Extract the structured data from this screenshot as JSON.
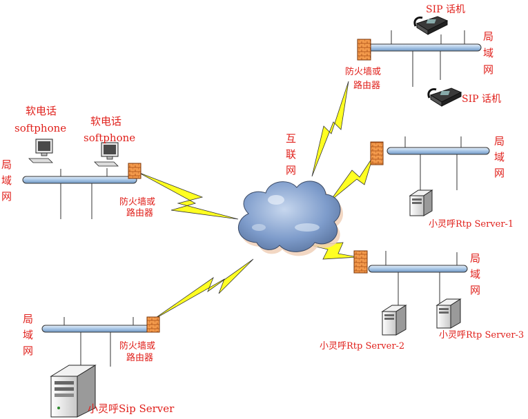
{
  "labels": {
    "internet": [
      "互",
      "联",
      "网"
    ],
    "lan": [
      "局",
      "域",
      "网"
    ],
    "firewall": [
      "防火墙或",
      "路由器"
    ],
    "softphone": [
      "软电话",
      "softphone"
    ],
    "sip_phone": "SIP 话机",
    "sip_server": "小灵呼Sip Server",
    "rtp_server_1": "小灵呼Rtp Server-1",
    "rtp_server_2": "小灵呼Rtp Server-2",
    "rtp_server_3": "小灵呼Rtp Server-3"
  },
  "colors": {
    "label": "#e0201b",
    "lan_bus": "#b9d3ec",
    "lightning": "#ffff22",
    "firewall": "#e8843a",
    "cloud": "#7c9cc8"
  },
  "icons": {
    "firewall": "brick-firewall-icon",
    "phone": "desk-phone-icon",
    "computer": "pc-icon",
    "server": "tower-server-icon",
    "cloud": "internet-cloud-icon",
    "link": "lightning-link-icon"
  }
}
